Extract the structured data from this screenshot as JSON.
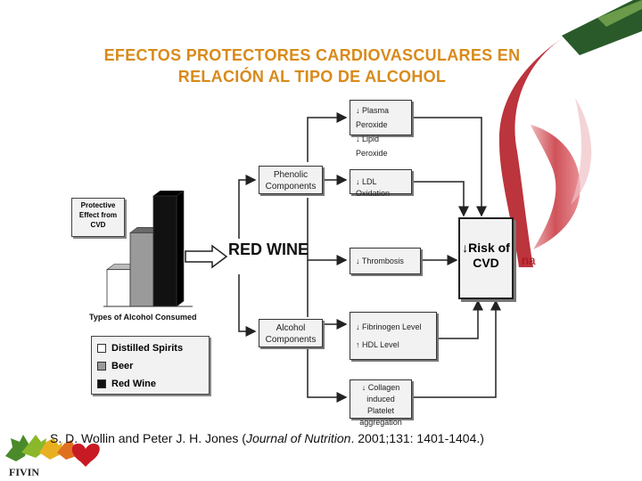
{
  "title_line1": "EFECTOS PROTECTORES CARDIOVASCULARES  EN",
  "title_line2": "RELACIÓN AL TIPO DE ALCOHOL",
  "diagram": {
    "red_wine_line1": "RED",
    "red_wine_line2": "WINE",
    "phenolic": [
      "Phenolic",
      "Components"
    ],
    "alcohol": [
      "Alcohol",
      "Components"
    ],
    "plasma_peroxide": "↓ Plasma Peroxide",
    "lipid_peroxide": "↓ Lipid Peroxide",
    "ldl_oxidation": "↓ LDL Oxidation",
    "thrombosis": "↓ Thrombosis",
    "fibrinogen": "↓ Fibrinogen Level",
    "hdl": "↑   HDL Level",
    "collagen": [
      "↓ Collagen induced",
      "Platelet",
      "aggregation"
    ],
    "risk_line1": "↓Risk",
    "risk_line2": "of CVD",
    "partial_red_text": "na"
  },
  "chart_data": {
    "type": "bar",
    "categories": [
      "Distilled Spirits",
      "Beer",
      "Red Wine"
    ],
    "values": [
      1,
      2,
      3
    ],
    "ylabel_lines": [
      "Protective",
      "Effect from",
      "CVD"
    ],
    "xlabel": "Types of Alcohol Consumed",
    "legend": [
      "Distilled Spirits",
      "Beer",
      "Red Wine"
    ],
    "colors": [
      "#ffffff",
      "#9a9a9a",
      "#111111"
    ]
  },
  "citation": {
    "authors": "S. D. Wollin and Peter J. H. Jones (",
    "journal": "Journal of Nutrition",
    "rest": ". 2001;131: 1401-1404.)"
  },
  "logo": {
    "text": "FIVIN"
  },
  "colors": {
    "title": "#d98a1a",
    "wine": "#b0101a"
  }
}
